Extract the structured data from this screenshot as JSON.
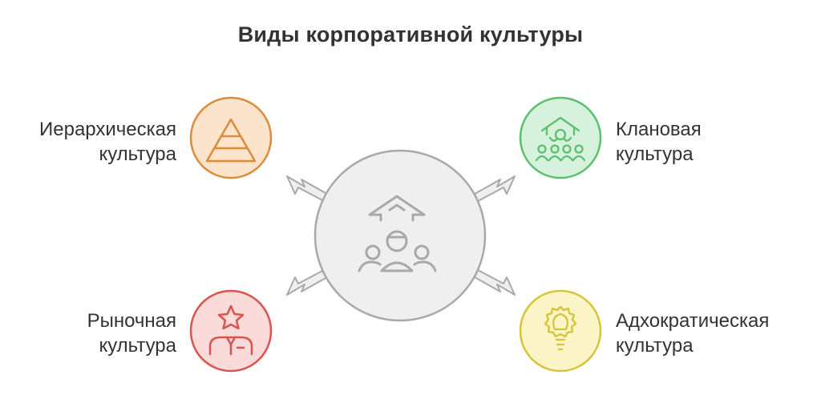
{
  "title": "Виды корпоративной культуры",
  "center": {
    "icon": "growth-group-icon",
    "color": "#efefef",
    "stroke": "#a9a9a9"
  },
  "nodes": {
    "hierarchical": {
      "line1": "Иерархическая",
      "line2": "культура",
      "icon": "pyramid-icon",
      "fill": "#fbe3cc",
      "stroke": "#d98c3c"
    },
    "clan": {
      "line1": "Клановая",
      "line2": "культура",
      "icon": "family-house-icon",
      "fill": "#d7f2dc",
      "stroke": "#5cbf6d"
    },
    "market": {
      "line1": "Рыночная",
      "line2": "культура",
      "icon": "star-person-icon",
      "fill": "#fbdada",
      "stroke": "#d9534f"
    },
    "adhocracy": {
      "line1": "Адхократическая",
      "line2": "культура",
      "icon": "lightbulb-gear-icon",
      "fill": "#fbf4c6",
      "stroke": "#d6c43a"
    }
  }
}
